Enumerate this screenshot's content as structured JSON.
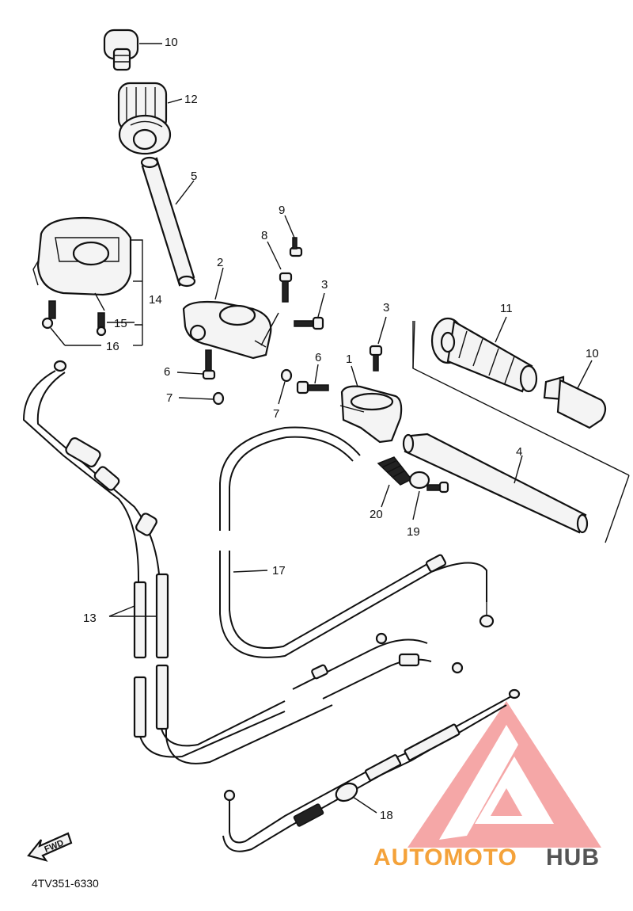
{
  "diagram": {
    "reference_code": "4TV351-6330",
    "fwd_label": "FWD",
    "callouts": [
      {
        "id": "c10a",
        "text": "10"
      },
      {
        "id": "c12",
        "text": "12"
      },
      {
        "id": "c5",
        "text": "5"
      },
      {
        "id": "c9",
        "text": "9"
      },
      {
        "id": "c8",
        "text": "8"
      },
      {
        "id": "c2",
        "text": "2"
      },
      {
        "id": "c3a",
        "text": "3"
      },
      {
        "id": "c3b",
        "text": "3"
      },
      {
        "id": "c14",
        "text": "14"
      },
      {
        "id": "c15",
        "text": "15"
      },
      {
        "id": "c16",
        "text": "16"
      },
      {
        "id": "c11",
        "text": "11"
      },
      {
        "id": "c10b",
        "text": "10"
      },
      {
        "id": "c6a",
        "text": "6"
      },
      {
        "id": "c6b",
        "text": "6"
      },
      {
        "id": "c1",
        "text": "1"
      },
      {
        "id": "c7a",
        "text": "7"
      },
      {
        "id": "c7b",
        "text": "7"
      },
      {
        "id": "c4",
        "text": "4"
      },
      {
        "id": "c20",
        "text": "20"
      },
      {
        "id": "c19",
        "text": "19"
      },
      {
        "id": "c17",
        "text": "17"
      },
      {
        "id": "c13",
        "text": "13"
      },
      {
        "id": "c18",
        "text": "18"
      }
    ]
  },
  "watermark": {
    "logo_part1": "AUTOMOTO",
    "logo_part2": "HUB",
    "color_primary": "#f4a23a",
    "color_secondary": "#555555",
    "triangle_color": "#f28a8a"
  }
}
